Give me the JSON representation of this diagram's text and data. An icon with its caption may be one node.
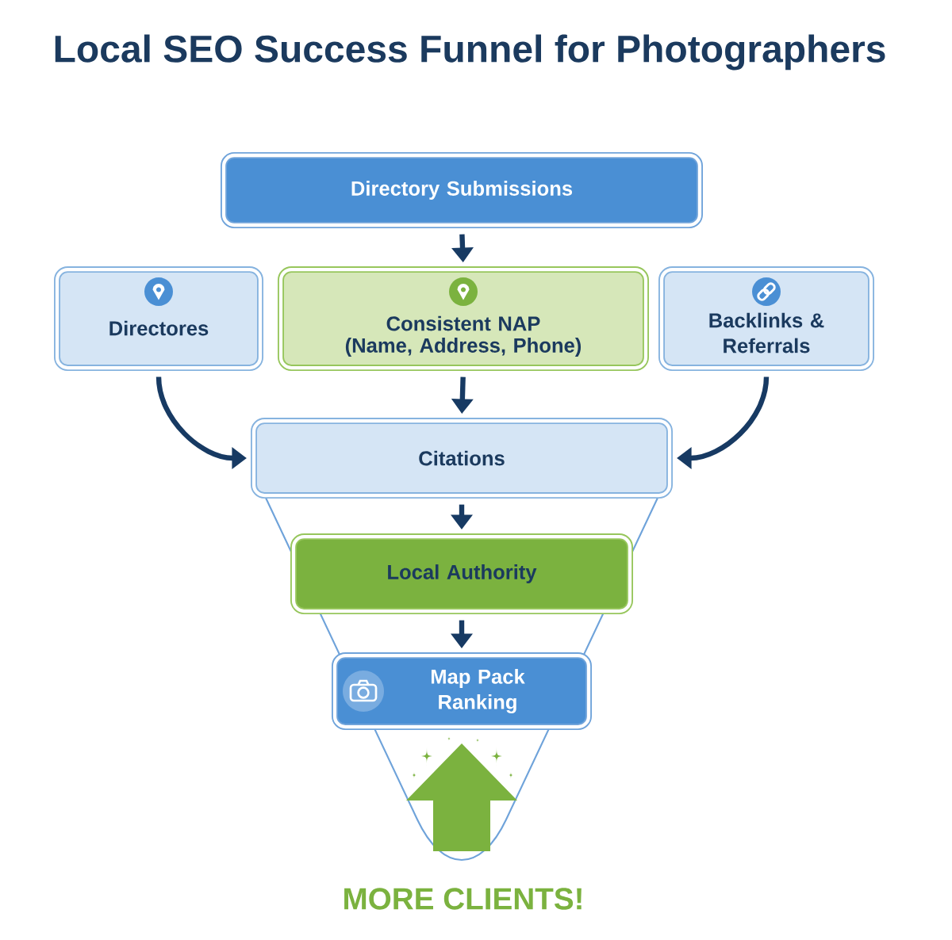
{
  "diagram": {
    "title": "Local SEO Success Funnel for Photographers",
    "nodes": [
      {
        "text": [
          "Directory Submissions"
        ]
      },
      {
        "text": [
          "Directores"
        ]
      },
      {
        "text": [
          "Consistent NAP",
          "(Name, Address, Phone)"
        ]
      },
      {
        "text": [
          "Backlinks & Referrals"
        ]
      },
      {
        "text": [
          "Citations"
        ]
      },
      {
        "text": [
          "Local Authority"
        ]
      },
      {
        "text": [
          "Map Pack Ranking"
        ]
      }
    ],
    "edges": [
      {
        "from": 0,
        "to": 2,
        "arrow": "to"
      },
      {
        "from": 1,
        "to": 4,
        "arrow": "to"
      },
      {
        "from": 2,
        "to": 4,
        "arrow": "to"
      },
      {
        "from": 3,
        "to": 4,
        "arrow": "to"
      },
      {
        "from": 4,
        "to": 5,
        "arrow": "to"
      },
      {
        "from": 5,
        "to": 6,
        "arrow": "to"
      }
    ],
    "labels": [
      "MORE CLIENTS!"
    ]
  }
}
